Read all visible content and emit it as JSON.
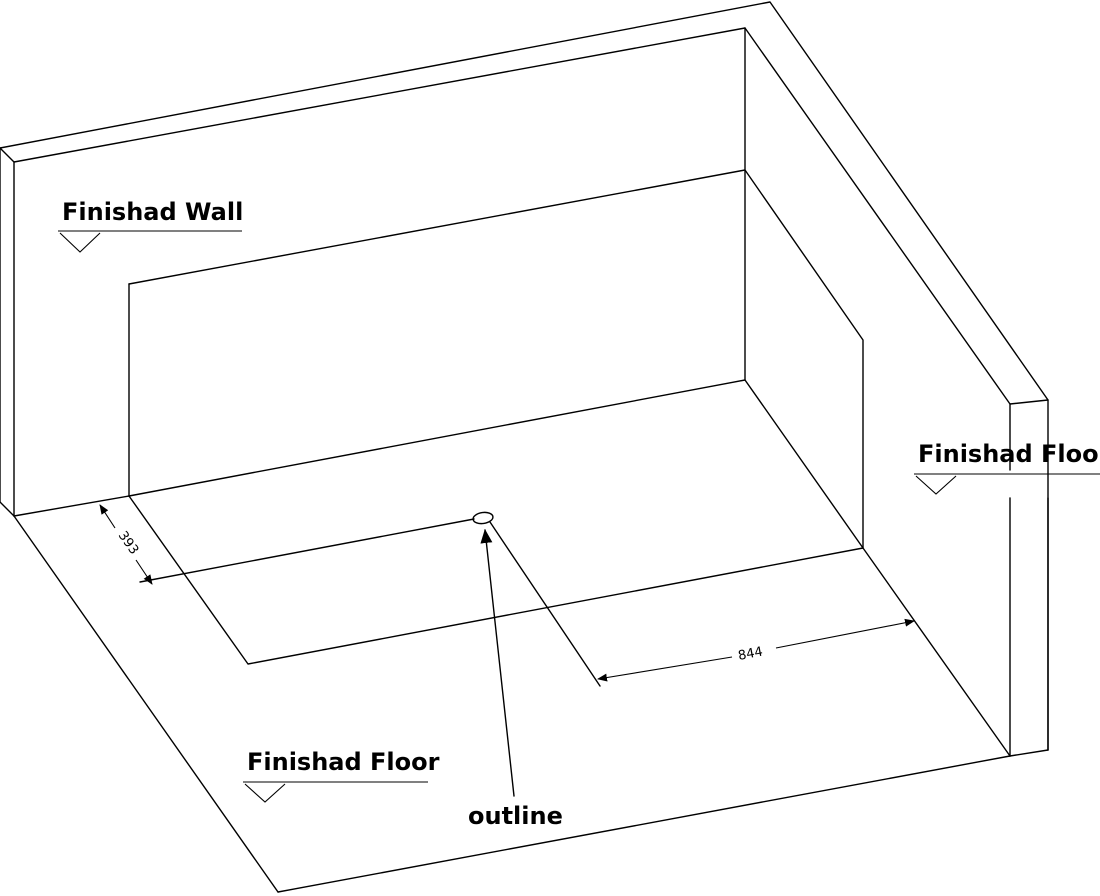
{
  "labels": {
    "wall": "Finishad Wall",
    "floor_right": "Finishad Floor",
    "floor_bottom": "Finishad Floor",
    "outline": "outline"
  },
  "dimensions": {
    "short": "393",
    "long": "844"
  },
  "colors": {
    "line": "#000000",
    "background": "#ffffff"
  }
}
